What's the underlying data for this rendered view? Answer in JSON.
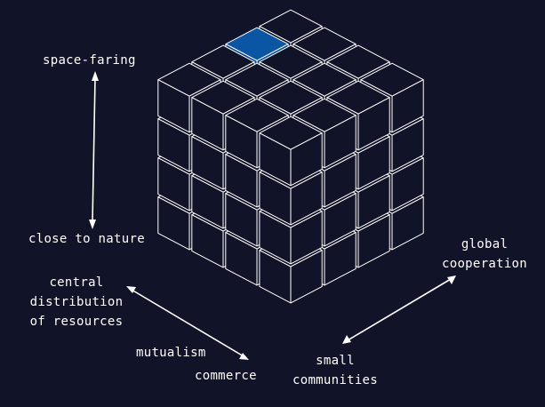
{
  "colors": {
    "background": "#111428",
    "cube_face": "#111428",
    "cube_edge": "#ffffff",
    "highlight_top": "#0b56a4",
    "highlight_side": "#084a90",
    "highlight_front": "#0a4f9a",
    "arrow": "#ffffff"
  },
  "grid": {
    "size": 4,
    "highlighted_cell": "top-layer back-left corner"
  },
  "axes": {
    "vertical": {
      "top": "space-faring",
      "bottom": "close to nature"
    },
    "left_diagonal": {
      "top_lines": [
        "central",
        "distribution",
        "of resources"
      ],
      "bottom_lines": [
        "mutualism",
        "commerce"
      ]
    },
    "right_diagonal": {
      "top_lines": [
        "global",
        "cooperation"
      ],
      "bottom_lines": [
        "small",
        "communities"
      ]
    }
  }
}
